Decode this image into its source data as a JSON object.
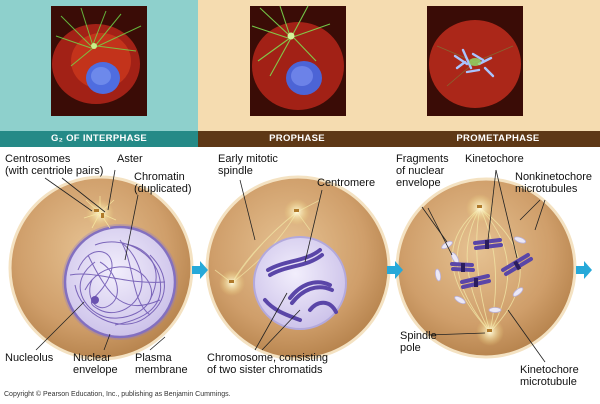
{
  "phases": [
    {
      "id": "g2",
      "title": "G₂ OF INTERPHASE",
      "panel_color": "#8ed0cc",
      "band_color": "#258a87"
    },
    {
      "id": "prophase",
      "title": "PROPHASE",
      "panel_color": "#f5dcb0",
      "band_color": "#5e3816"
    },
    {
      "id": "prometaphase",
      "title": "PROMETAPHASE",
      "panel_color": "#f5dcb0",
      "band_color": "#5e3816"
    }
  ],
  "labels": {
    "centrosomes": "Centrosomes",
    "centrosomes_sub": "(with centriole pairs)",
    "aster": "Aster",
    "chromatin": "Chromatin",
    "chromatin_sub": "(duplicated)",
    "nucleolus": "Nucleolus",
    "nuclear_envelope_1": "Nuclear",
    "nuclear_envelope_2": "envelope",
    "plasma_membrane_1": "Plasma",
    "plasma_membrane_2": "membrane",
    "early_spindle_1": "Early mitotic",
    "early_spindle_2": "spindle",
    "centromere": "Centromere",
    "chromosome_1": "Chromosome, consisting",
    "chromosome_2": "of two sister chromatids",
    "fragments_1": "Fragments",
    "fragments_2": "of nuclear",
    "fragments_3": "envelope",
    "kinetochore": "Kinetochore",
    "nonkinetochore_1": "Nonkinetochore",
    "nonkinetochore_2": "microtubules",
    "spindle_pole_1": "Spindle",
    "spindle_pole_2": "pole",
    "kinetochore_mt_1": "Kinetochore",
    "kinetochore_mt_2": "microtubule"
  },
  "copyright": "Copyright © Pearson Education, Inc., publishing as Benjamin Cummings.",
  "colors": {
    "cell_fill": "#d4a777",
    "cell_edge": "#f3dfbd",
    "nucleus": "#e1dcf4",
    "chromatin": "#6a52b0",
    "chromosome": "#5a46a8",
    "arrow": "#27a9d9",
    "spindle": "#f2e7a6"
  }
}
